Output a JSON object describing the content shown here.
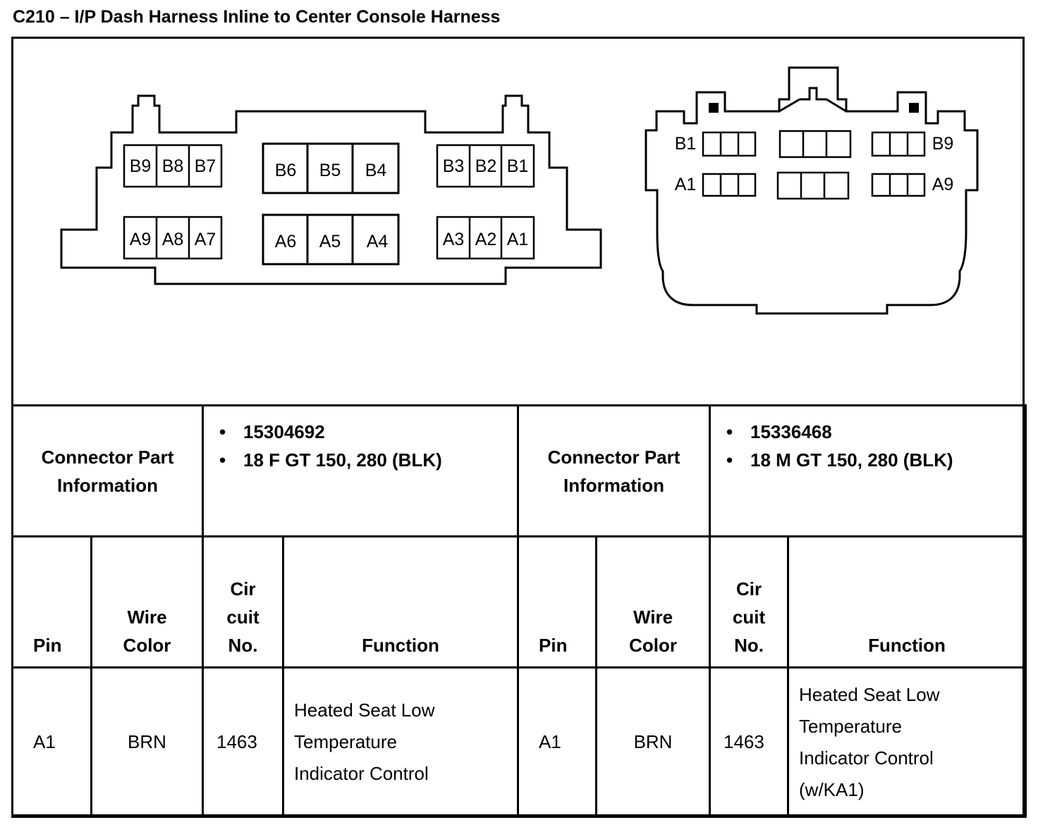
{
  "title": "C210 – I/P Dash Harness Inline to Center Console Harness",
  "connector_female": {
    "pins_row_b_left": [
      "B9",
      "B8",
      "B7"
    ],
    "pins_row_b_mid": [
      "B6",
      "B5",
      "B4"
    ],
    "pins_row_b_right": [
      "B3",
      "B2",
      "B1"
    ],
    "pins_row_a_left": [
      "A9",
      "A8",
      "A7"
    ],
    "pins_row_a_mid": [
      "A6",
      "A5",
      "A4"
    ],
    "pins_row_a_right": [
      "A3",
      "A2",
      "A1"
    ]
  },
  "connector_male": {
    "label_b1": "B1",
    "label_b9": "B9",
    "label_a1": "A1",
    "label_a9": "A9"
  },
  "info": {
    "left_label_line1": "Connector Part",
    "left_label_line2": "Information",
    "left_items": [
      "15304692",
      "18 F GT 150, 280 (BLK)"
    ],
    "right_label_line1": "Connector Part",
    "right_label_line2": "Information",
    "right_items": [
      "15336468",
      "18 M GT 150, 280 (BLK)"
    ]
  },
  "headers": {
    "pin": "Pin",
    "wire_line1": "Wire",
    "wire_line2": "Color",
    "cir_line1": "Cir",
    "cir_line2": "cuit",
    "cir_line3": "No.",
    "function": "Function"
  },
  "rows": [
    {
      "left": {
        "pin": "A1",
        "wire_color": "BRN",
        "circuit": "1463",
        "function_lines": [
          "Heated Seat Low",
          "Temperature",
          "Indicator Control"
        ]
      },
      "right": {
        "pin": "A1",
        "wire_color": "BRN",
        "circuit": "1463",
        "function_lines": [
          "Heated Seat Low",
          "Temperature",
          "Indicator Control",
          "(w/KA1)"
        ]
      }
    }
  ]
}
